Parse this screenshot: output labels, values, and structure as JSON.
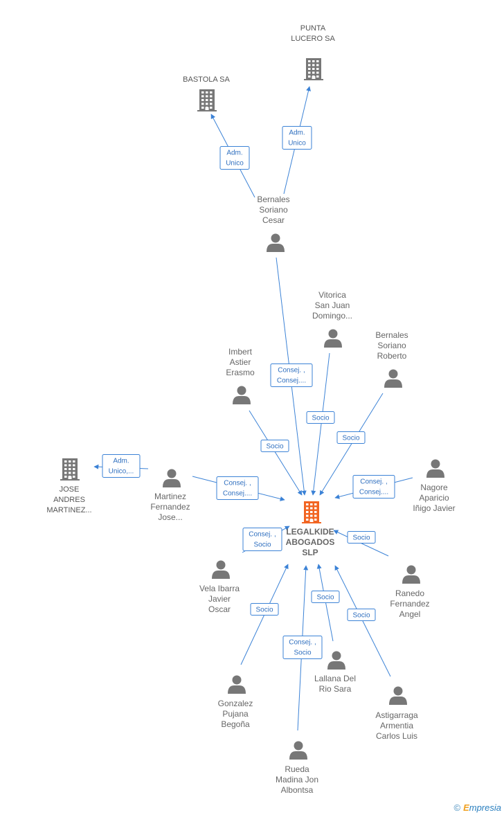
{
  "colors": {
    "edge": "#3b82d6",
    "person": "#777777",
    "company": "#777777",
    "center": "#f26522"
  },
  "center": {
    "lines": [
      "LEGALKIDE",
      "ABOGADOS",
      "SLP"
    ],
    "icon": "building-icon"
  },
  "companies": [
    {
      "id": "bastola",
      "lines": [
        "BASTOLA SA"
      ],
      "icon": "building-icon"
    },
    {
      "id": "punta",
      "lines": [
        "PUNTA",
        "LUCERO SA"
      ],
      "icon": "building-icon"
    },
    {
      "id": "jose",
      "lines": [
        "JOSE",
        "ANDRES",
        "MARTINEZ..."
      ],
      "icon": "building-icon"
    }
  ],
  "people": [
    {
      "id": "bernales-cesar",
      "lines": [
        "Bernales",
        "Soriano",
        "Cesar"
      ]
    },
    {
      "id": "vitorica",
      "lines": [
        "Vitorica",
        "San Juan",
        "Domingo..."
      ]
    },
    {
      "id": "imbert",
      "lines": [
        "Imbert",
        "Astier",
        "Erasmo"
      ]
    },
    {
      "id": "bernales-roberto",
      "lines": [
        "Bernales",
        "Soriano",
        "Roberto"
      ]
    },
    {
      "id": "martinez",
      "lines": [
        "Martinez",
        "Fernandez",
        "Jose..."
      ]
    },
    {
      "id": "nagore",
      "lines": [
        "Nagore",
        "Aparicio",
        "Iñigo Javier"
      ]
    },
    {
      "id": "vela",
      "lines": [
        "Vela Ibarra",
        "Javier",
        "Oscar"
      ]
    },
    {
      "id": "ranedo",
      "lines": [
        "Ranedo",
        "Fernandez",
        "Angel"
      ]
    },
    {
      "id": "lallana",
      "lines": [
        "Lallana Del",
        "Rio Sara"
      ]
    },
    {
      "id": "gonzalez",
      "lines": [
        "Gonzalez",
        "Pujana",
        "Begoña"
      ]
    },
    {
      "id": "astigarraga",
      "lines": [
        "Astigarraga",
        "Armentia",
        "Carlos Luis"
      ]
    },
    {
      "id": "rueda",
      "lines": [
        "Rueda",
        "Madina Jon",
        "Albontsa"
      ]
    }
  ],
  "edges": [
    {
      "from": "bernales-cesar",
      "to": "bastola",
      "label": [
        "Adm.",
        "Unico"
      ]
    },
    {
      "from": "bernales-cesar",
      "to": "punta",
      "label": [
        "Adm.",
        "Unico"
      ]
    },
    {
      "from": "martinez",
      "to": "jose",
      "label": [
        "Adm.",
        "Unico,..."
      ]
    },
    {
      "from": "bernales-cesar",
      "to": "center",
      "label": [
        "Consej. ,",
        "Consej...."
      ]
    },
    {
      "from": "vitorica",
      "to": "center",
      "label": [
        "Socio"
      ]
    },
    {
      "from": "imbert",
      "to": "center",
      "label": [
        "Socio"
      ]
    },
    {
      "from": "bernales-roberto",
      "to": "center",
      "label": [
        "Socio"
      ]
    },
    {
      "from": "martinez",
      "to": "center",
      "label": [
        "Consej. ,",
        "Consej...."
      ]
    },
    {
      "from": "nagore",
      "to": "center",
      "label": [
        "Consej. ,",
        "Consej...."
      ]
    },
    {
      "from": "vela",
      "to": "center",
      "label": [
        "Consej. ,",
        "Socio"
      ]
    },
    {
      "from": "ranedo",
      "to": "center",
      "label": [
        "Socio"
      ]
    },
    {
      "from": "lallana",
      "to": "center",
      "label": [
        "Socio"
      ]
    },
    {
      "from": "gonzalez",
      "to": "center",
      "label": [
        "Socio"
      ]
    },
    {
      "from": "astigarraga",
      "to": "center",
      "label": [
        "Socio"
      ]
    },
    {
      "from": "rueda",
      "to": "center",
      "label": [
        "Consej. ,",
        "Socio"
      ]
    }
  ],
  "footer": {
    "copyright": "©",
    "brand_first": "E",
    "brand_rest": "mpresia"
  }
}
